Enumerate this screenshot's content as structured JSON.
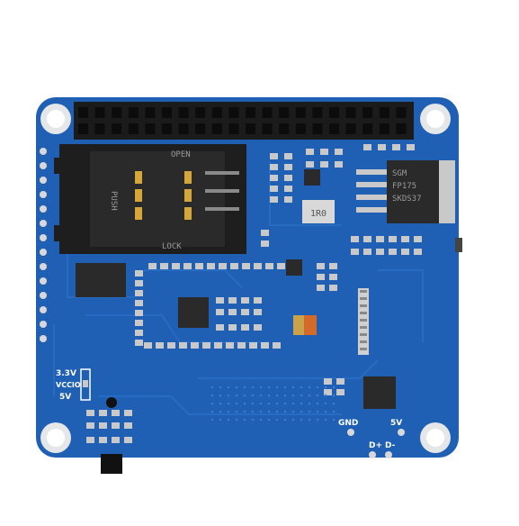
{
  "board": {
    "colors": {
      "pcb": "#1f5fb4",
      "pcb_dark": "#184f98",
      "trace": "#2b6fc6",
      "hole": "#cfd3d8",
      "header": "#1b1b1b",
      "connector": "#1e1e1e",
      "chip": "#2a2a2a",
      "pad": "#c8a84a",
      "smd": "#c9c9c9",
      "silk": "#ffffff"
    },
    "sim_tray": {
      "open_label": "OPEN",
      "lock_label": "LOCK",
      "push_label": "PUSH"
    },
    "regulator": {
      "marking_line1": "SGM",
      "marking_line2": "FP175",
      "marking_line3": "SKDS37"
    },
    "inductor": {
      "marking": "1R0"
    },
    "voltage_select": {
      "opt1": "3.3V",
      "opt2": "VCCIO",
      "opt3": "5V"
    },
    "usb_pads": {
      "gnd": "GND",
      "v5": "5V",
      "dplus": "D+",
      "dminus": "D-"
    }
  }
}
